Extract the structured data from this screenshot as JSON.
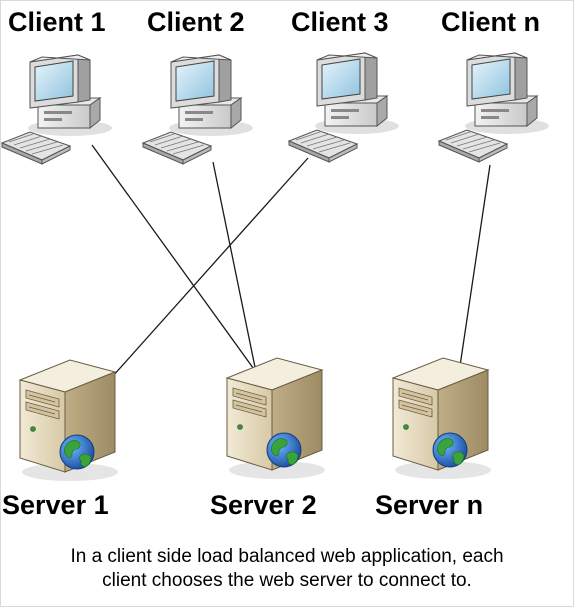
{
  "clients": [
    {
      "label": "Client 1"
    },
    {
      "label": "Client 2"
    },
    {
      "label": "Client 3"
    },
    {
      "label": "Client n"
    }
  ],
  "servers": [
    {
      "label": "Server 1"
    },
    {
      "label": "Server 2"
    },
    {
      "label": "Server n"
    }
  ],
  "caption": {
    "line1": "In a client side load balanced web application, each",
    "line2": "client chooses the web server to connect to."
  },
  "connections": [
    {
      "from": "Client 1",
      "to": "Server 2"
    },
    {
      "from": "Client 2",
      "to": "Server 2"
    },
    {
      "from": "Client 3",
      "to": "Server 1"
    },
    {
      "from": "Client n",
      "to": "Server n"
    }
  ],
  "icons": {
    "client": "desktop-computer-icon",
    "server": "web-server-globe-icon"
  },
  "colors": {
    "line": "#1a1a1a",
    "server_body": "#e8dcc0",
    "monitor_screen": "#b9dcef"
  }
}
